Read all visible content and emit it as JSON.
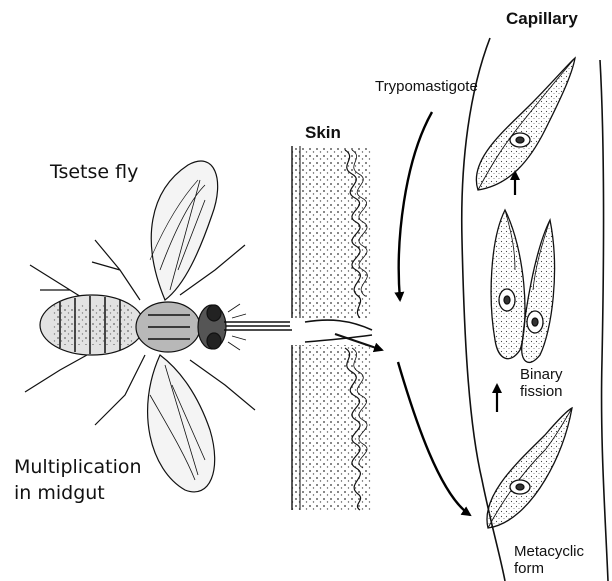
{
  "labels": {
    "capillary": "Capillary",
    "trypomastigote": "Trypomastigote",
    "skin": "Skin",
    "tsetse_fly": "Tsetse fly",
    "binary_fission_line1": "Binary",
    "binary_fission_line2": "fission",
    "multiplication_line1": "Multiplication",
    "multiplication_line2": "in midgut",
    "metacyclic_line1": "Metacyclic",
    "metacyclic_line2": "form"
  }
}
